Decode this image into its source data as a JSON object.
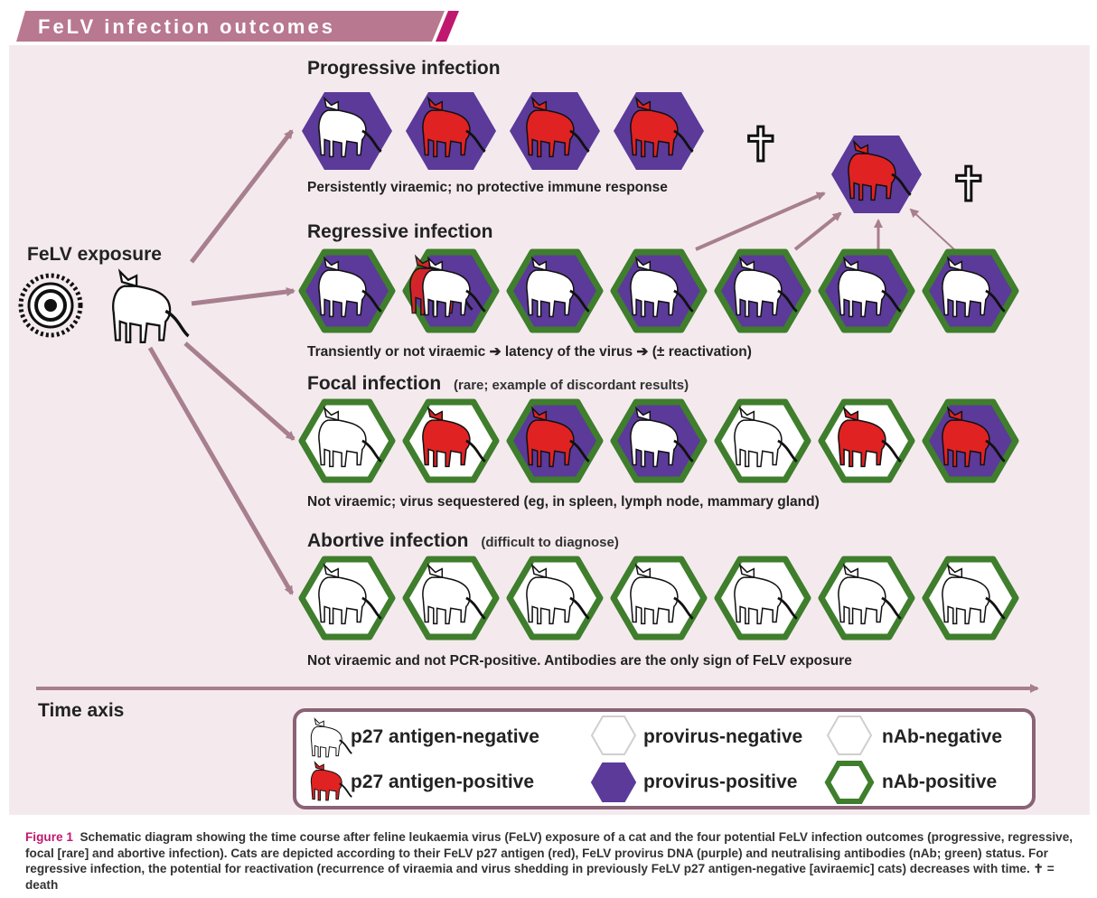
{
  "header": {
    "title": "FeLV infection outcomes"
  },
  "exposure": {
    "label": "FeLV exposure"
  },
  "sections": [
    {
      "id": "progressive",
      "title": "Progressive infection",
      "note": "",
      "caption": "Persistently viraemic; no protective immune response",
      "cats": [
        {
          "provirus": true,
          "nab": false,
          "p27": false
        },
        {
          "provirus": true,
          "nab": false,
          "p27": true
        },
        {
          "provirus": true,
          "nab": false,
          "p27": true
        },
        {
          "provirus": true,
          "nab": false,
          "p27": true
        }
      ],
      "death": true
    },
    {
      "id": "regressive",
      "title": "Regressive infection",
      "note": "",
      "caption": "Transiently or not viraemic ➔ latency of the virus ➔ (± reactivation)",
      "cats": [
        {
          "provirus": true,
          "nab": true,
          "p27": false
        },
        {
          "provirus": true,
          "nab": true,
          "p27": "mixed"
        },
        {
          "provirus": true,
          "nab": true,
          "p27": false
        },
        {
          "provirus": true,
          "nab": true,
          "p27": false
        },
        {
          "provirus": true,
          "nab": true,
          "p27": false
        },
        {
          "provirus": true,
          "nab": true,
          "p27": false
        },
        {
          "provirus": true,
          "nab": true,
          "p27": false
        }
      ],
      "reactivation_target": {
        "provirus": true,
        "nab": false,
        "p27": true
      },
      "death": true
    },
    {
      "id": "focal",
      "title": "Focal infection",
      "note": "(rare; example of discordant results)",
      "caption": "Not viraemic; virus sequestered (eg, in spleen, lymph node, mammary gland)",
      "cats": [
        {
          "provirus": false,
          "nab": true,
          "p27": false
        },
        {
          "provirus": false,
          "nab": true,
          "p27": true
        },
        {
          "provirus": true,
          "nab": true,
          "p27": true
        },
        {
          "provirus": true,
          "nab": true,
          "p27": false
        },
        {
          "provirus": false,
          "nab": true,
          "p27": false
        },
        {
          "provirus": false,
          "nab": true,
          "p27": true
        },
        {
          "provirus": true,
          "nab": true,
          "p27": true
        }
      ],
      "death": false
    },
    {
      "id": "abortive",
      "title": "Abortive infection",
      "note": "(difficult to diagnose)",
      "caption": "Not viraemic and not PCR-positive. Antibodies are the only sign of FeLV exposure",
      "cats": [
        {
          "provirus": false,
          "nab": true,
          "p27": false
        },
        {
          "provirus": false,
          "nab": true,
          "p27": false
        },
        {
          "provirus": false,
          "nab": true,
          "p27": false
        },
        {
          "provirus": false,
          "nab": true,
          "p27": false
        },
        {
          "provirus": false,
          "nab": true,
          "p27": false
        },
        {
          "provirus": false,
          "nab": true,
          "p27": false
        },
        {
          "provirus": false,
          "nab": true,
          "p27": false
        }
      ],
      "death": false
    }
  ],
  "time_axis": {
    "label": "Time axis"
  },
  "legend": {
    "p27_negative": "p27 antigen-negative",
    "p27_positive": "p27 antigen-positive",
    "provirus_negative": "provirus-negative",
    "provirus_positive": "provirus-positive",
    "nab_negative": "nAb-negative",
    "nab_positive": "nAb-positive"
  },
  "caption": {
    "label": "Figure 1",
    "text": "Schematic diagram showing the time course after feline leukaemia virus (FeLV) exposure of a cat and the four potential FeLV infection outcomes (progressive, regressive, focal [rare] and abortive infection). Cats are depicted according to their FeLV p27 antigen (red), FeLV provirus DNA (purple) and neutralising antibodies (nAb; green) status. For regressive infection, the potential for reactivation (recurrence of viraemia and virus shedding in previously FeLV p27 antigen-negative [aviraemic] cats) decreases with time. ✝ = death"
  },
  "colors": {
    "header_bg": "#b8788f",
    "header_stripe": "#c0186e",
    "panel_bg": "#f4eaee",
    "arrow": "#a77f8e",
    "purple": "#5b3a9a",
    "green": "#3f7e2c",
    "red": "#e02222",
    "legend_border": "#8a6375"
  }
}
